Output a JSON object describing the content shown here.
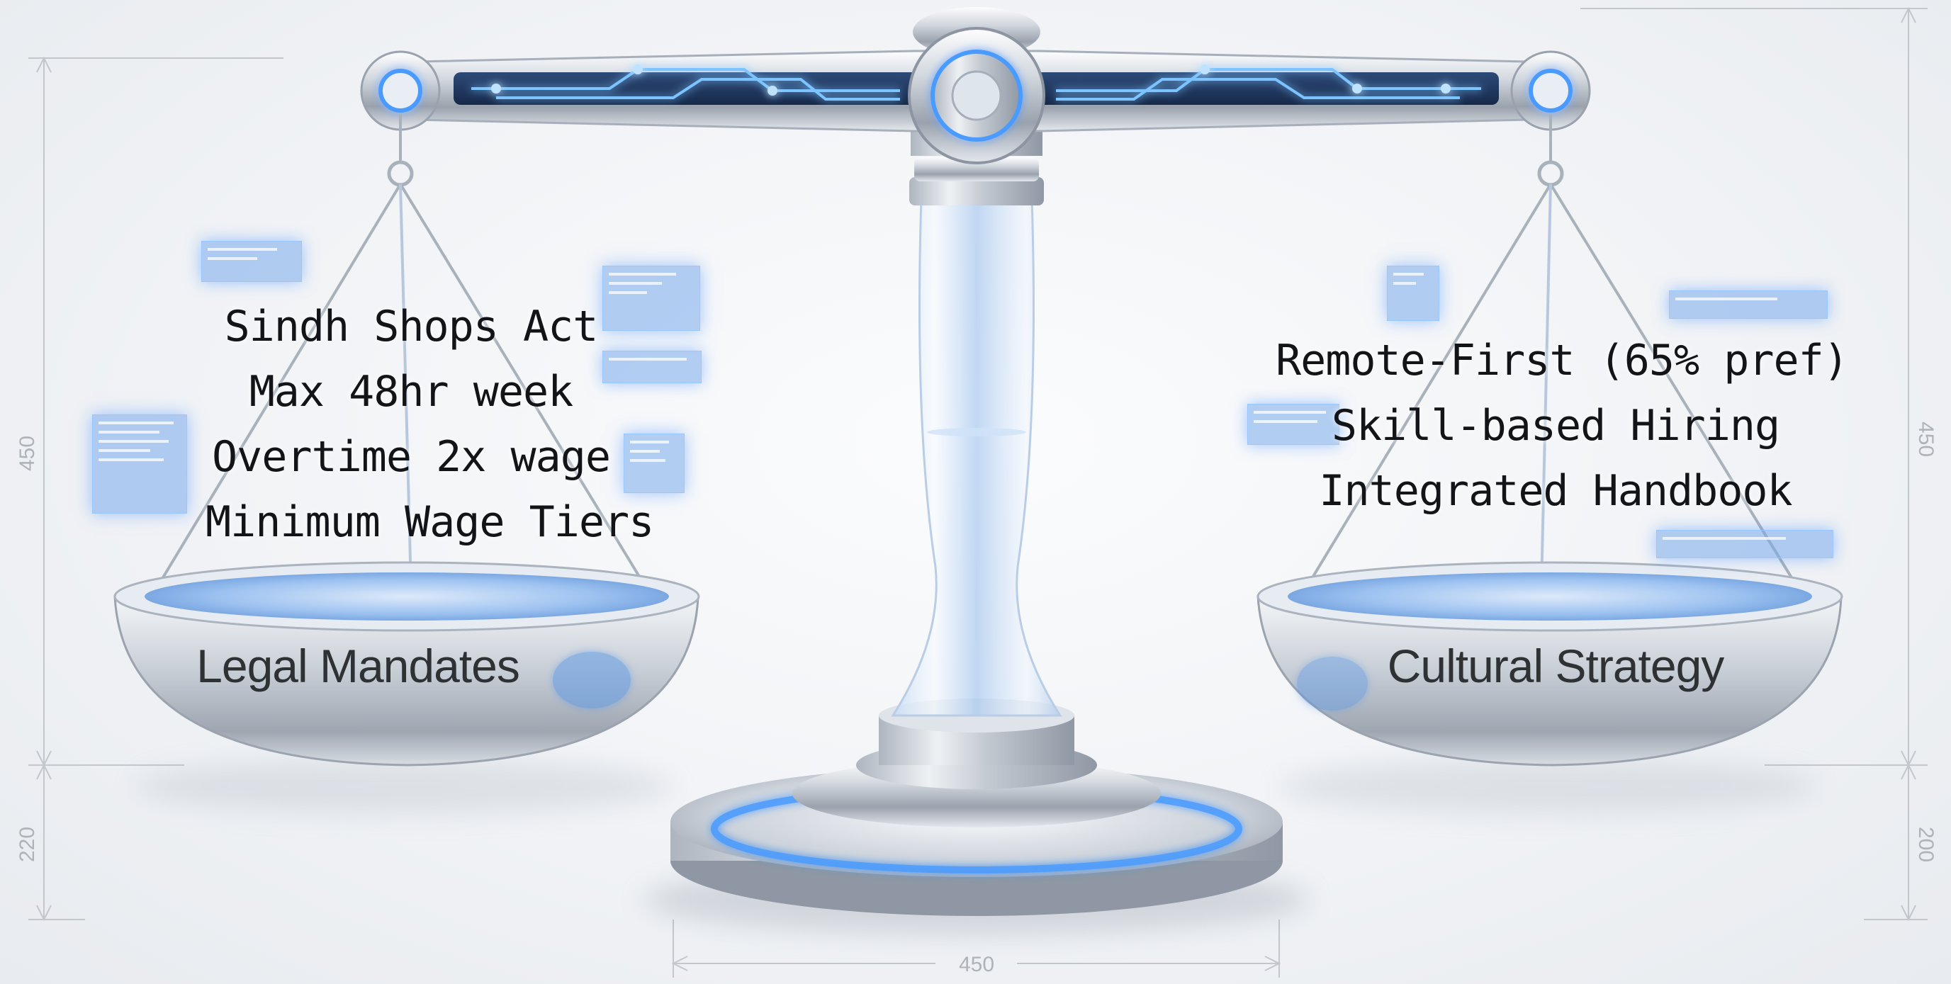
{
  "left_pan": {
    "label": "Legal Mandates",
    "items": [
      "Sindh Shops Act",
      "Max 48hr week",
      "Overtime 2x wage",
      "Minimum Wage Tiers"
    ]
  },
  "right_pan": {
    "label": "Cultural Strategy",
    "items": [
      "Remote-First (65% pref)",
      "Skill-based Hiring",
      "Integrated Handbook"
    ]
  },
  "dimensions": {
    "left_upper": "450",
    "left_lower": "220",
    "right_upper": "450",
    "right_lower": "200",
    "base_width": "450"
  },
  "colors": {
    "accent_glow": "#4a9bff",
    "metal": "#c9ced6",
    "background": "#f1f3f6"
  }
}
